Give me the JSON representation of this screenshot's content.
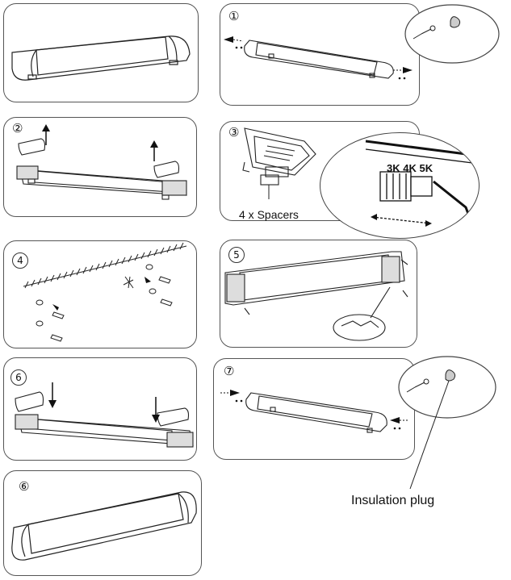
{
  "steps": {
    "p1": "①",
    "p2": "②",
    "p3": "③",
    "p4": "4",
    "p5": "5",
    "p6": "6",
    "p7": "⑦",
    "p8": "⑥"
  },
  "labels": {
    "spacers": "4 x Spacers",
    "cct": "3K 4K 5K",
    "insulation_plug": "Insulation plug"
  }
}
